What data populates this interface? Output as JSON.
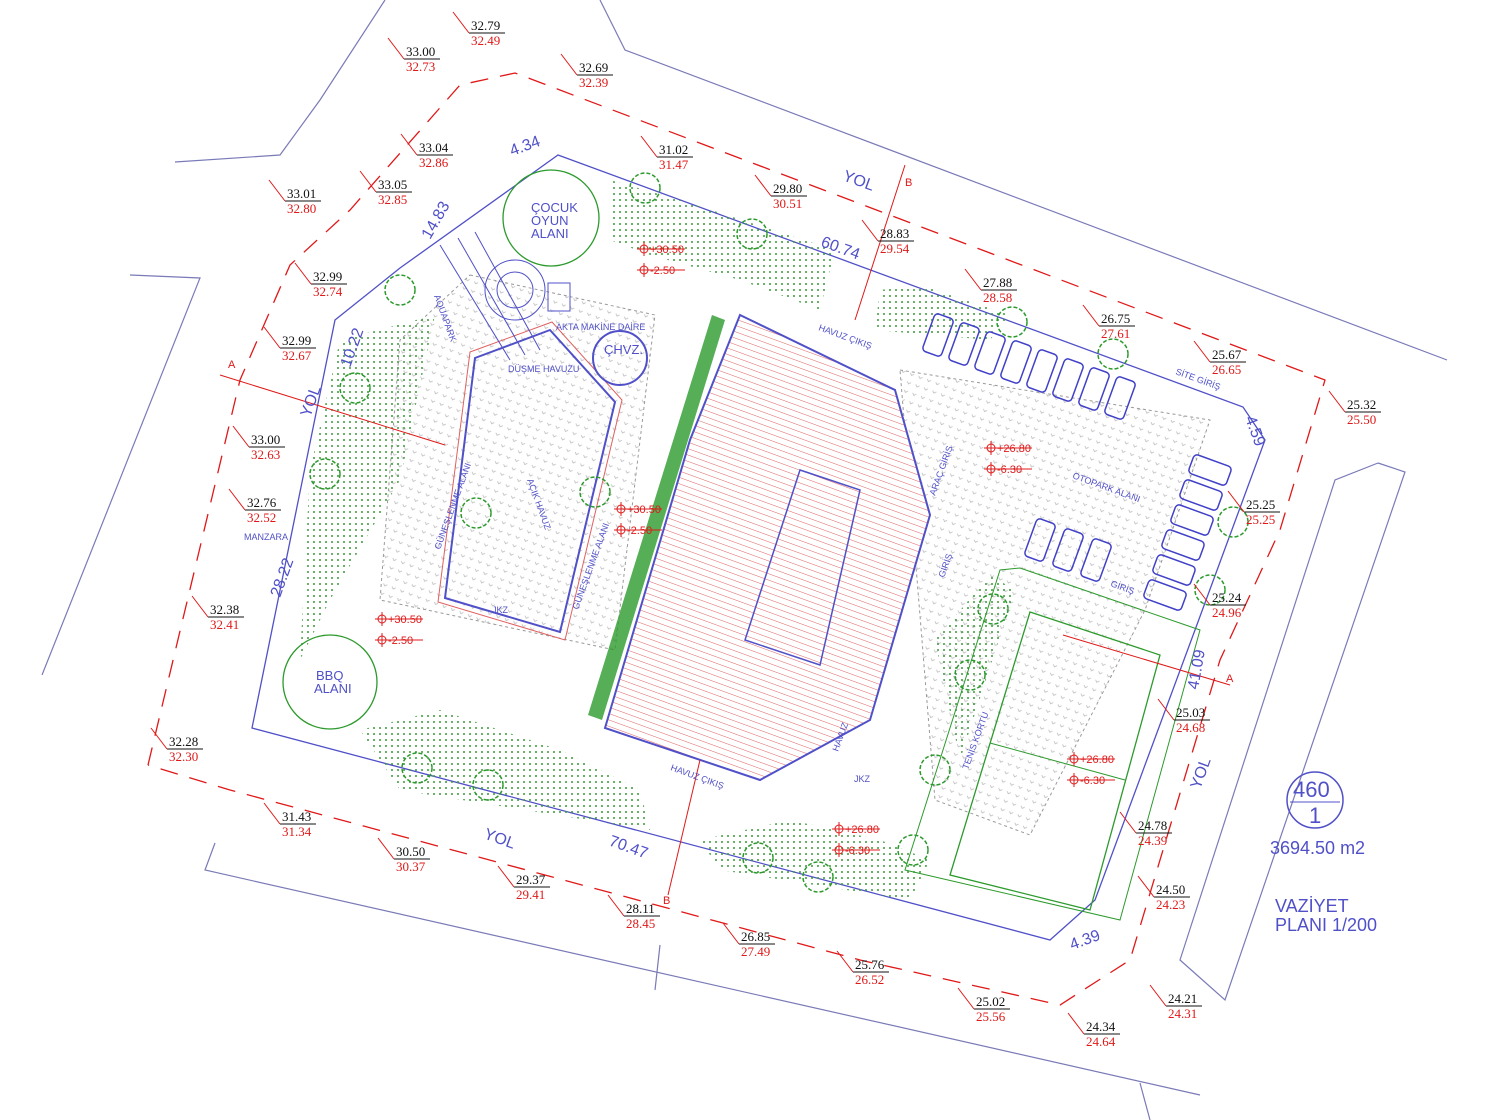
{
  "colors": {
    "blue": "#5050c8",
    "red": "#e01818",
    "green": "#2c9a2c",
    "road": "#7a7ab8"
  },
  "elevations": [
    [
      "33.00",
      "32.73"
    ],
    [
      "32.79",
      "32.49"
    ],
    [
      "32.69",
      "32.39"
    ],
    [
      "33.04",
      "32.86"
    ],
    [
      "31.02",
      "31.47"
    ],
    [
      "33.01",
      "32.80"
    ],
    [
      "33.05",
      "32.85"
    ],
    [
      "29.80",
      "30.51"
    ],
    [
      "28.83",
      "29.54"
    ],
    [
      "32.99",
      "32.74"
    ],
    [
      "27.88",
      "28.58"
    ],
    [
      "32.99",
      "32.67"
    ],
    [
      "26.75",
      "27.61"
    ],
    [
      "25.67",
      "26.65"
    ],
    [
      "25.32",
      "25.50"
    ],
    [
      "33.00",
      "32.63"
    ],
    [
      "32.76",
      "32.52"
    ],
    [
      "25.25",
      "25.25"
    ],
    [
      "32.38",
      "32.41"
    ],
    [
      "25.24",
      "24.96"
    ],
    [
      "25.03",
      "24.68"
    ],
    [
      "32.28",
      "32.30"
    ],
    [
      "31.43",
      "31.34"
    ],
    [
      "24.78",
      "24.39"
    ],
    [
      "30.50",
      "30.37"
    ],
    [
      "29.37",
      "29.41"
    ],
    [
      "24.50",
      "24.23"
    ],
    [
      "28.11",
      "28.45"
    ],
    [
      "26.85",
      "27.49"
    ],
    [
      "25.76",
      "26.52"
    ],
    [
      "25.02",
      "25.56"
    ],
    [
      "24.21",
      "24.31"
    ],
    [
      "24.34",
      "24.64"
    ]
  ],
  "dimensions": [
    "4.34",
    "14.83",
    "60.74",
    "10.22",
    "28.22",
    "70.47",
    "4.39",
    "41.09",
    "4.59"
  ],
  "roads": [
    "YOL",
    "YOL",
    "YOL",
    "YOL"
  ],
  "sections": [
    "A",
    "A",
    "B",
    "B"
  ],
  "level_markers": [
    [
      "+30.50",
      "-2.50"
    ],
    [
      "+30.50",
      "-2.50"
    ],
    [
      "+30.50",
      "-2.50"
    ],
    [
      "+26.80",
      "-6.30"
    ],
    [
      "+26.80",
      "-6.30"
    ],
    [
      "+26.80",
      "-6.30"
    ]
  ],
  "labels": [
    "AQUAPARK",
    "DÜŞME HAVUZU",
    "AÇIK HAVUZ",
    "GÜNEŞLENME ALANI",
    "GÜNEŞLENME ALANI",
    "JKZ",
    "HAVUZ ÇIKIŞ",
    "ARAÇ GİRİŞ",
    "GİRİŞ",
    "OTOPARK ALANI",
    "SİTE GİRİŞ",
    "GİRİŞ",
    "TENİS KORTU",
    "HAVUZ",
    "HAVUZ ÇIKIŞ",
    "MANZARA",
    "AKTA MAKİNE DAİRE",
    "JKZ"
  ],
  "areas": {
    "cocuk": [
      "ÇOCUK",
      "OYUN",
      "ALANI"
    ],
    "bbq": [
      "BBQ",
      "ALANI"
    ],
    "chvz": "ÇHVZ."
  },
  "stamp": {
    "block": "460",
    "parcel": "1",
    "area": "3694.50 m2",
    "title1": "VAZİYET",
    "title2": "PLANI 1/200"
  }
}
